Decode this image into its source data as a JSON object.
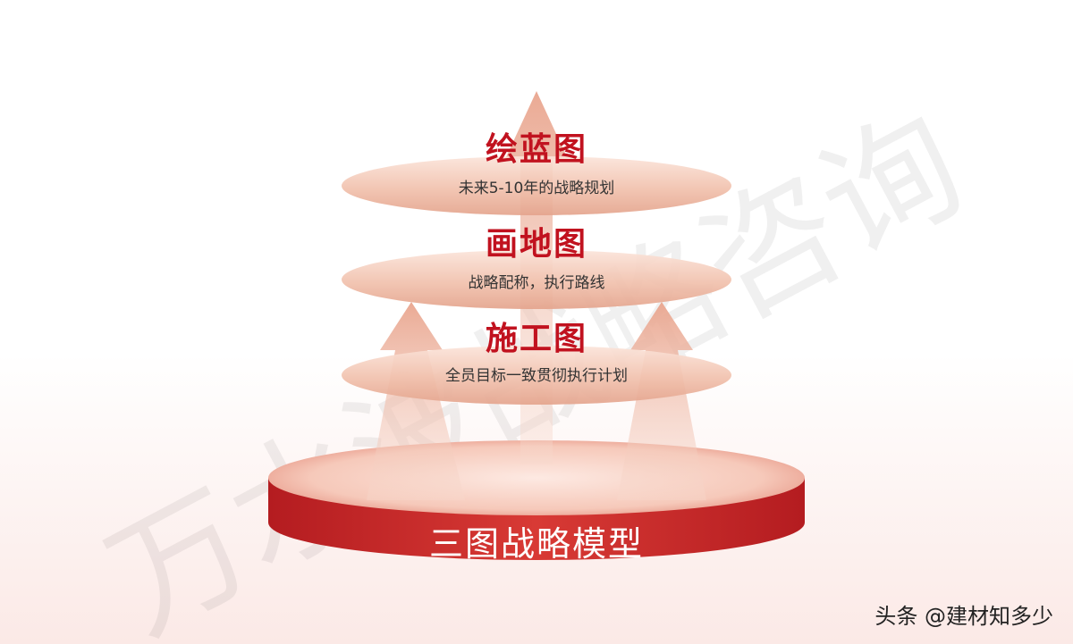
{
  "watermark": "万水波战略咨询",
  "layers": [
    {
      "title": "绘蓝图",
      "subtitle": "未来5-10年的战略规划"
    },
    {
      "title": "画地图",
      "subtitle": "战略配称，执行路线"
    },
    {
      "title": "施工图",
      "subtitle": "全员目标一致贯彻执行计划"
    }
  ],
  "base_label": "三图战略模型",
  "source": "头条 @建材知多少",
  "colors": {
    "accent": "#c1121f",
    "disc_light": "#f3c7b4",
    "base_red": "#c9272a"
  }
}
